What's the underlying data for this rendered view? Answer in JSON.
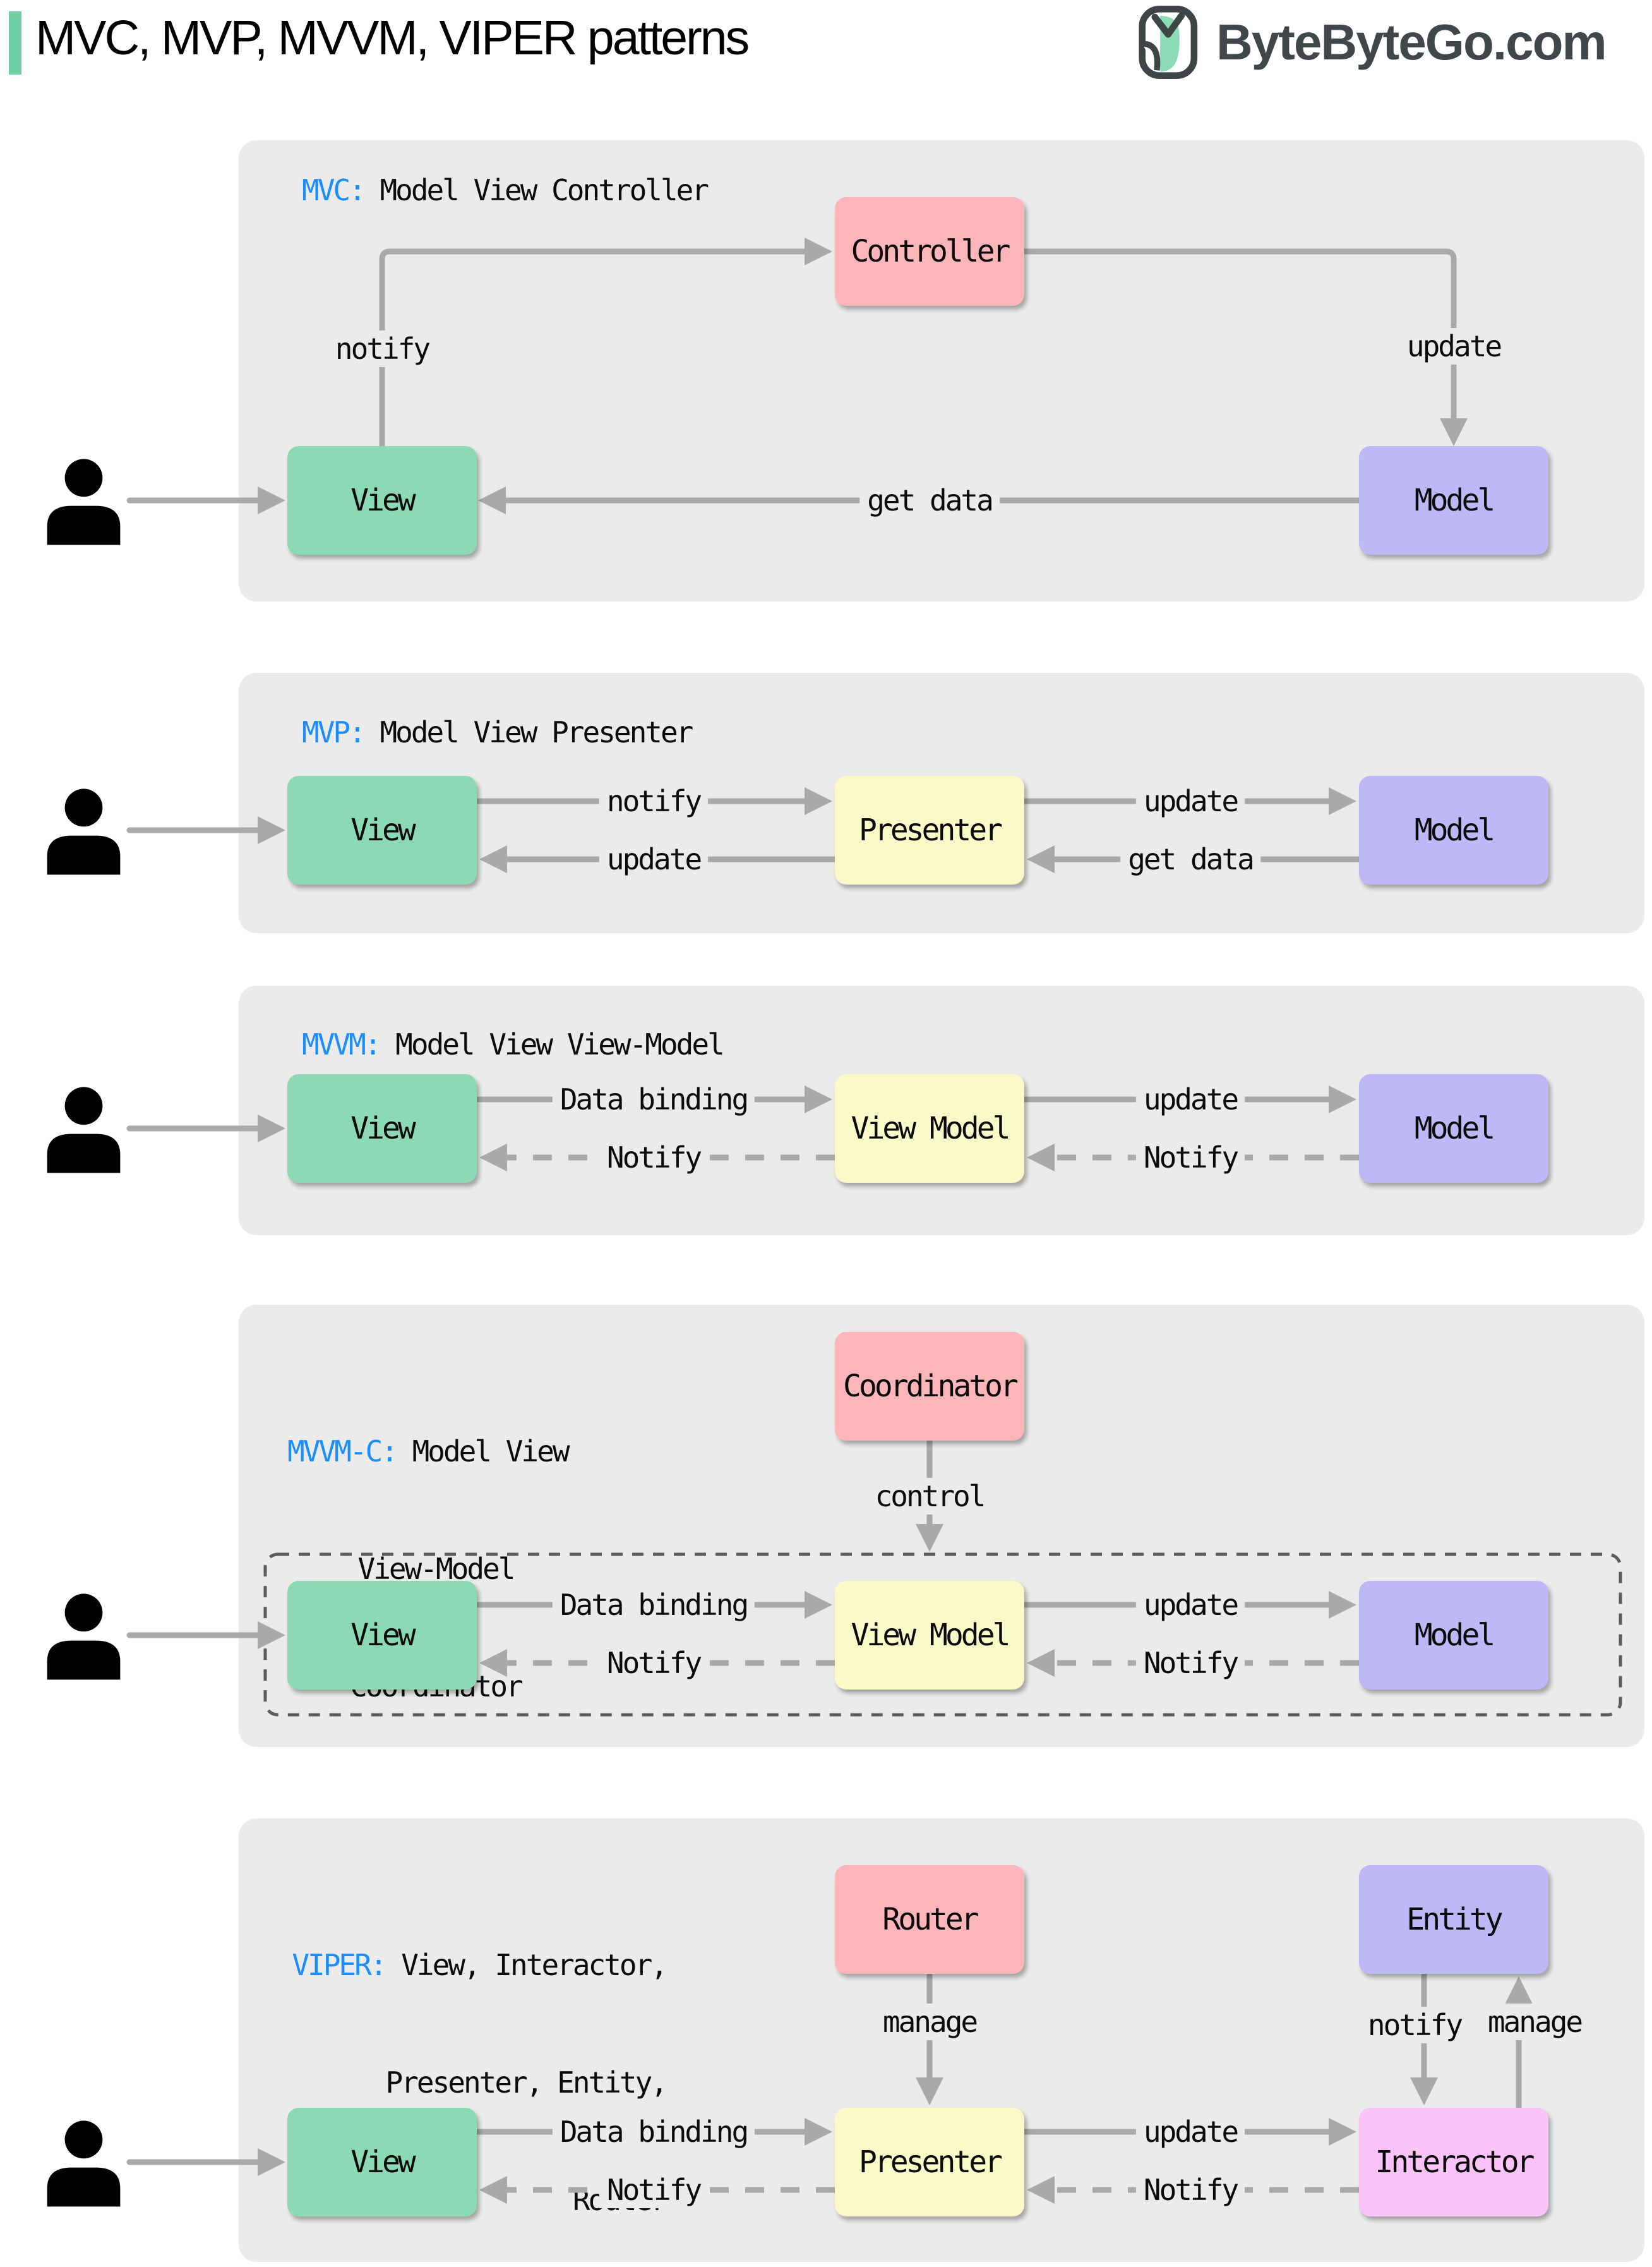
{
  "title": "MVC, MVP, MVVM, VIPER patterns",
  "logo_text": "ByteByteGo.com",
  "palette": {
    "box_green": "#8CDAB4",
    "box_pink": "#FCB5B9",
    "box_purple": "#BDB8F7",
    "box_yellow": "#FAF9C8",
    "box_magenta": "#FBC4F8",
    "accent_blue": "#1C8DFE",
    "arrow_gray": "#A9A9A9",
    "panel_gray": "#EBEBEB",
    "title_bar_green": "#6FCFA2",
    "logo_dark": "#40474A"
  },
  "sections": {
    "mvc": {
      "abbr": "MVC:",
      "name": " Model View Controller",
      "boxes": {
        "view": "View",
        "controller": "Controller",
        "model": "Model"
      },
      "labels": {
        "notify": "notify",
        "update": "update",
        "get_data": "get data"
      }
    },
    "mvp": {
      "abbr": "MVP:",
      "name": " Model View Presenter",
      "boxes": {
        "view": "View",
        "presenter": "Presenter",
        "model": "Model"
      },
      "labels": {
        "notify": "notify",
        "update_top": "update",
        "get_data": "get data",
        "update_bottom": "update"
      }
    },
    "mvvm": {
      "abbr": "MVVM:",
      "name": " Model View View-Model",
      "boxes": {
        "view": "View",
        "view_model": "View Model",
        "model": "Model"
      },
      "labels": {
        "data_binding": "Data binding",
        "update": "update",
        "notify_mid": "Notify",
        "notify_right": "Notify"
      }
    },
    "mvvmc": {
      "abbr": "MVVM-C:",
      "name": " Model View",
      "name_line2": "View-Model",
      "name_line3": "Coordinator",
      "boxes": {
        "coordinator": "Coordinator",
        "view": "View",
        "view_model": "View Model",
        "model": "Model"
      },
      "labels": {
        "control": "control",
        "data_binding": "Data binding",
        "update": "update",
        "notify_mid": "Notify",
        "notify_right": "Notify"
      }
    },
    "viper": {
      "abbr": "VIPER:",
      "name": " View, Interactor,",
      "name_line2": "Presenter, Entity,",
      "name_line3": "Router",
      "boxes": {
        "router": "Router",
        "entity": "Entity",
        "view": "View",
        "presenter": "Presenter",
        "interactor": "Interactor"
      },
      "labels": {
        "manage_router": "manage",
        "notify_entity": "notify",
        "manage_interactor": "manage",
        "data_binding": "Data binding",
        "update": "update",
        "notify_mid": "Notify",
        "notify_right": "Notify"
      }
    }
  }
}
